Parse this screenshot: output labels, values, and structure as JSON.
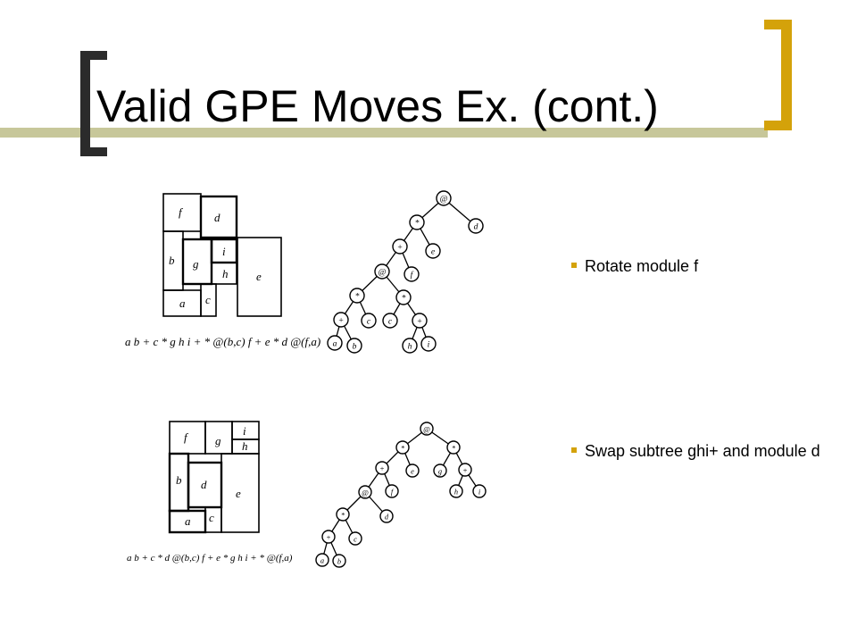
{
  "title": "Valid GPE Moves Ex. (cont.)",
  "bullets": [
    {
      "text": "Rotate module f"
    },
    {
      "text": "Swap subtree ghi+ and module d"
    }
  ],
  "colors": {
    "accent": "#d4a20a",
    "bar": "#c7c79a",
    "bracket": "#2b2b2b"
  },
  "top_figure": {
    "modules": [
      "f",
      "d",
      "b",
      "g",
      "i",
      "h",
      "e",
      "a",
      "c"
    ],
    "expression": "a b + c * g h i + * @(b,c) f + e * d @(f,a)",
    "tree_nodes": [
      "@",
      "*",
      "d",
      "+",
      "e",
      "@",
      "f",
      "*",
      "*",
      "+",
      "c",
      "c",
      "+",
      "a",
      "b",
      "h",
      "i"
    ]
  },
  "bottom_figure": {
    "modules": [
      "f",
      "g",
      "i",
      "h",
      "b",
      "d",
      "e",
      "a",
      "c"
    ],
    "expression": "a b + c * d @(b,c) f + e * g h i + * @(f,a)",
    "tree_nodes": [
      "@",
      "*",
      "*",
      "+",
      "e",
      "g",
      "+",
      "@",
      "f",
      "h",
      "i",
      "*",
      "d",
      "+",
      "c",
      "a",
      "b"
    ]
  }
}
